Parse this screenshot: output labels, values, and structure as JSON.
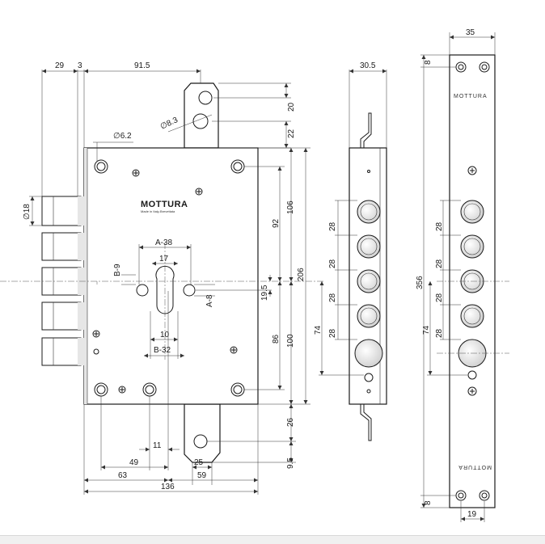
{
  "brand": {
    "logo_text": "MOTTURA",
    "tagline": "Made in Italy-Brevettata",
    "faceplate_text": "MOTTURA"
  },
  "dims": {
    "w29": "29",
    "w3": "3",
    "w91_5": "91.5",
    "h20": "20",
    "h22": "22",
    "d8_3": "∅8.3",
    "d6_2": "∅6.2",
    "d18": "∅18",
    "a38": "A-38",
    "w17": "17",
    "b9": "B-9",
    "a8": "A-8",
    "w10": "10",
    "b32": "B-32",
    "h92": "92",
    "h106": "106",
    "h19_5": "19.5",
    "h206": "206",
    "h86": "86",
    "h100": "100",
    "h26": "26",
    "h9_5": "9.5",
    "w11": "11",
    "w49": "49",
    "w63": "63",
    "w25": "25",
    "w59": "59",
    "w136": "136",
    "w30_5": "30.5",
    "s28a": "28",
    "s28b": "28",
    "s28c": "28",
    "s28d": "28",
    "s74a": "74",
    "w35": "35",
    "h356": "356",
    "f28a": "28",
    "f28b": "28",
    "f28c": "28",
    "f28d": "28",
    "f74": "74",
    "f8top": "8",
    "f8bot": "8",
    "w19": "19"
  }
}
